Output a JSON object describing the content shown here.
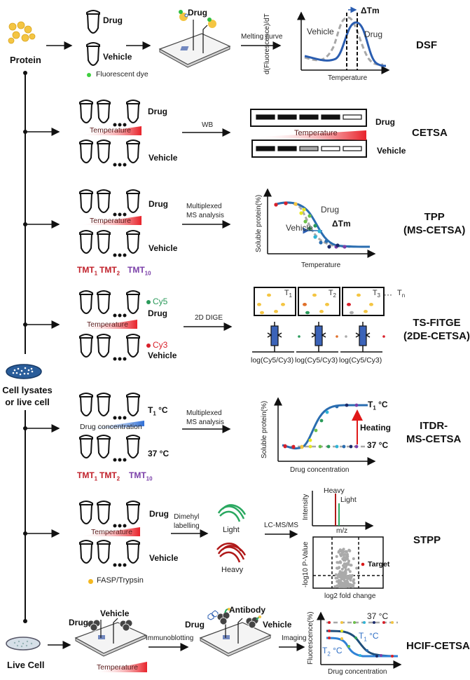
{
  "colors": {
    "drug_curve": "#2a5db0",
    "vehicle_curve": "#a8a8a8",
    "temperature_gradient": "#e8222a",
    "concentration_gradient": "#2f6fd6",
    "tmt_red": "#c0202a",
    "tmt_purple": "#7a3fa8",
    "cy5_green": "#2a9a5a",
    "cy3_red": "#d8202a",
    "light_green": "#2aa860",
    "heavy_red": "#b01818",
    "target_red": "#d81818"
  },
  "sources": {
    "protein": "Protein",
    "cell_lysates": "Cell lysates\nor live cell",
    "cell_lysates_line1": "Cell lysates",
    "cell_lysates_line2": "or live cell",
    "live_cell": "Live Cell"
  },
  "rows": [
    {
      "method": "DSF",
      "drug_label": "Drug",
      "vehicle_label": "Vehicle",
      "legend": "Fluorescent dye",
      "plate_label": "Drug",
      "arrow_label": "Melting curve",
      "chart": {
        "ylabel": "d(Fluorescence)/dT",
        "xlabel": "Temperature",
        "series_labels": [
          "Vehicle",
          "Drug"
        ],
        "annotation": "ΔTm"
      }
    },
    {
      "method": "CETSA",
      "drug_label": "Drug",
      "vehicle_label": "Vehicle",
      "gradient_label": "Temperature",
      "arrow_label": "WB",
      "blot": {
        "gradient_label": "Temperature",
        "drug_label": "Drug",
        "vehicle_label": "Vehicle",
        "drug_bands": [
          "dark",
          "dark",
          "dark",
          "dark",
          "empty"
        ],
        "vehicle_bands": [
          "dark",
          "dark",
          "grey",
          "empty",
          "empty"
        ]
      }
    },
    {
      "method_line1": "TPP",
      "method_line2": "(MS-CETSA)",
      "drug_label": "Drug",
      "vehicle_label": "Vehicle",
      "gradient_label": "Temperature",
      "tmt": [
        "TMT",
        "TMT",
        "TMT"
      ],
      "tmt_sub": [
        "1",
        "2",
        "10"
      ],
      "arrow_label_line1": "Multiplexed",
      "arrow_label_line2": "MS analysis",
      "chart": {
        "ylabel": "Soluble protein(%)",
        "xlabel": "Temperature",
        "series_labels": [
          "Drug",
          "Vehicle"
        ],
        "annotation": "ΔTm"
      }
    },
    {
      "method_line1": "TS-FITGE",
      "method_line2": "(2DE-CETSA)",
      "drug_label": "Drug",
      "vehicle_label": "Vehicle",
      "dye_drug": "Cy5",
      "dye_vehicle": "Cy3",
      "gradient_label": "Temperature",
      "arrow_label": "2D DIGE",
      "gels": [
        {
          "label": "T",
          "sub": "1",
          "xlabel": "log(Cy5/Cy3)"
        },
        {
          "label": "T",
          "sub": "2",
          "xlabel": "log(Cy5/Cy3)"
        },
        {
          "label": "T",
          "sub": "3",
          "xlabel": "log(Cy5/Cy3)"
        }
      ],
      "gel_more": "···",
      "gel_last": "T",
      "gel_last_sub": "n"
    },
    {
      "method_line1": "ITDR-",
      "method_line2": "MS-CETSA",
      "top_label": "T",
      "top_label_sub": "1",
      "top_label_unit": " °C",
      "bottom_label": "37 °C",
      "gradient_label": "Drug concentration",
      "tmt": [
        "TMT",
        "TMT",
        "TMT"
      ],
      "tmt_sub": [
        "1",
        "2",
        "10"
      ],
      "arrow_label_line1": "Multiplexed",
      "arrow_label_line2": "MS analysis",
      "chart": {
        "ylabel": "Soluble protein(%)",
        "xlabel": "Drug concentration",
        "top_curve_label": "T",
        "top_curve_sub": "1",
        "top_curve_unit": " °C",
        "bottom_curve_label": "37 °C",
        "arrow_label": "Heating"
      }
    },
    {
      "method": "STPP",
      "drug_label": "Drug",
      "vehicle_label": "Vehicle",
      "gradient_label": "Temperature",
      "legend": "FASP/Trypsin",
      "arrow1_line1": "Dimehyl",
      "arrow1_line2": "labelling",
      "light_label": "Light",
      "heavy_label": "Heavy",
      "arrow2_label": "LC-MS/MS",
      "ms_chart": {
        "ylabel": "Intensity",
        "xlabel": "m/z",
        "peak_heavy": "Heavy",
        "peak_light": "Light"
      },
      "volcano": {
        "ylabel": "-log10 P-Value",
        "xlabel": "log2 fold change",
        "target_label": "Target"
      }
    },
    {
      "method": "HCIF-CETSA",
      "plate_drug": "Drug",
      "plate_vehicle": "Vehicle",
      "gradient_label": "Temperature",
      "arrow1_label": "Immunoblotting",
      "plate2_antibody": "Antibody",
      "plate2_drug": "Drug",
      "plate2_vehicle": "Vehicle",
      "arrow2_label": "Imaging",
      "chart": {
        "ylabel": "Fluorescence(%)",
        "xlabel": "Drug concentration",
        "label_37": "37 °C",
        "label_t1": "T",
        "label_t1_sub": "1",
        "label_t2": "T",
        "label_t2_sub": "2",
        "unit": " °C"
      }
    }
  ]
}
